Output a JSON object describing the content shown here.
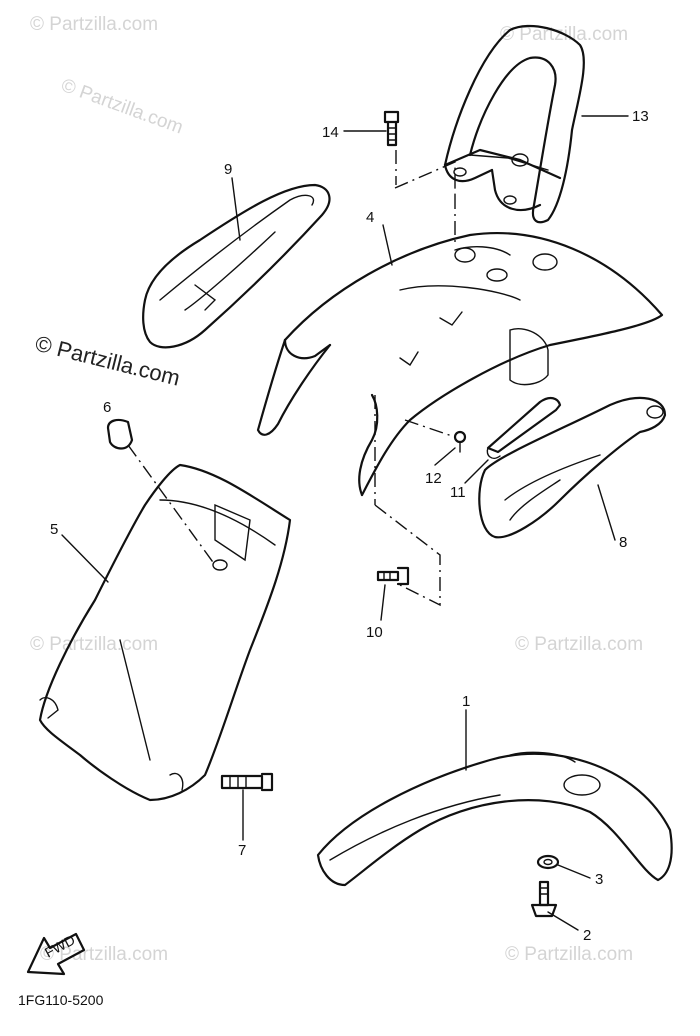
{
  "diagram": {
    "drawing_code": "1FG110-5200",
    "fwd_label": "FWD",
    "watermark_text": "© Partzilla.com",
    "callouts": [
      "1",
      "2",
      "3",
      "4",
      "5",
      "6",
      "7",
      "8",
      "9",
      "10",
      "11",
      "12",
      "13",
      "14"
    ],
    "parts_shown": [
      "front-fender",
      "rear-fender",
      "flap",
      "grab-bar",
      "side-cover",
      "bracket",
      "bolts",
      "nut",
      "clip"
    ]
  }
}
